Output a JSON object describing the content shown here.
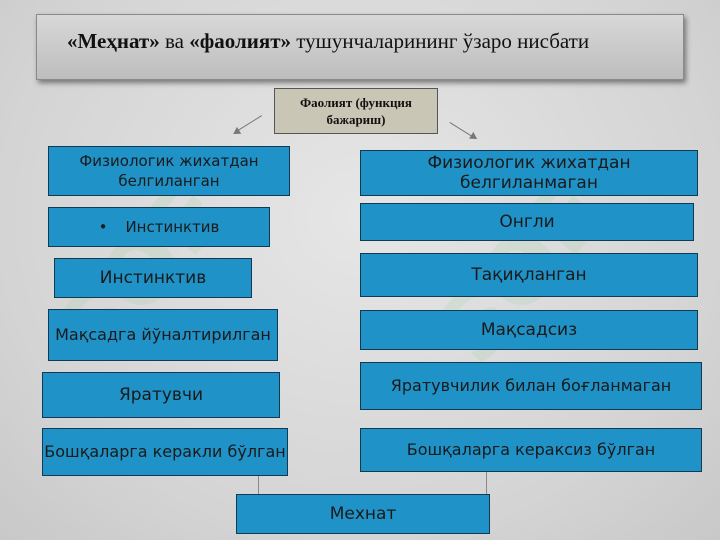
{
  "title": {
    "part1": "«Меҳнат»",
    "part2": " ва ",
    "part3": "«фаолият»",
    "part4": " тушунчаларининг ўзаро  нисбати"
  },
  "center": {
    "line1": "Фаолият  (функция",
    "line2": "бажариш)"
  },
  "left": [
    {
      "text": "Физиологик жихатдан белгиланган"
    },
    {
      "text": "Инстинктив"
    },
    {
      "text": "Инстинктив"
    },
    {
      "text": "Мақсадга йўналтирилган"
    },
    {
      "text": "Яратувчи"
    },
    {
      "text": "Бошқаларга керакли бўлган"
    }
  ],
  "left_bullet": "•",
  "right": [
    {
      "text": "Физиологик жихатдан белгиланмаган"
    },
    {
      "text": "Онгли"
    },
    {
      "text": "Тақиқланган"
    },
    {
      "text": "Мақсадсиз"
    },
    {
      "text": "Яратувчилик билан боғланмаган"
    },
    {
      "text": "Бошқаларга кераксиз бўлган"
    }
  ],
  "bottom": {
    "text": "Мехнат"
  },
  "colors": {
    "box": "#1f92c8",
    "center": "#c9c6b5",
    "title_bg": "#c8c8c8"
  }
}
